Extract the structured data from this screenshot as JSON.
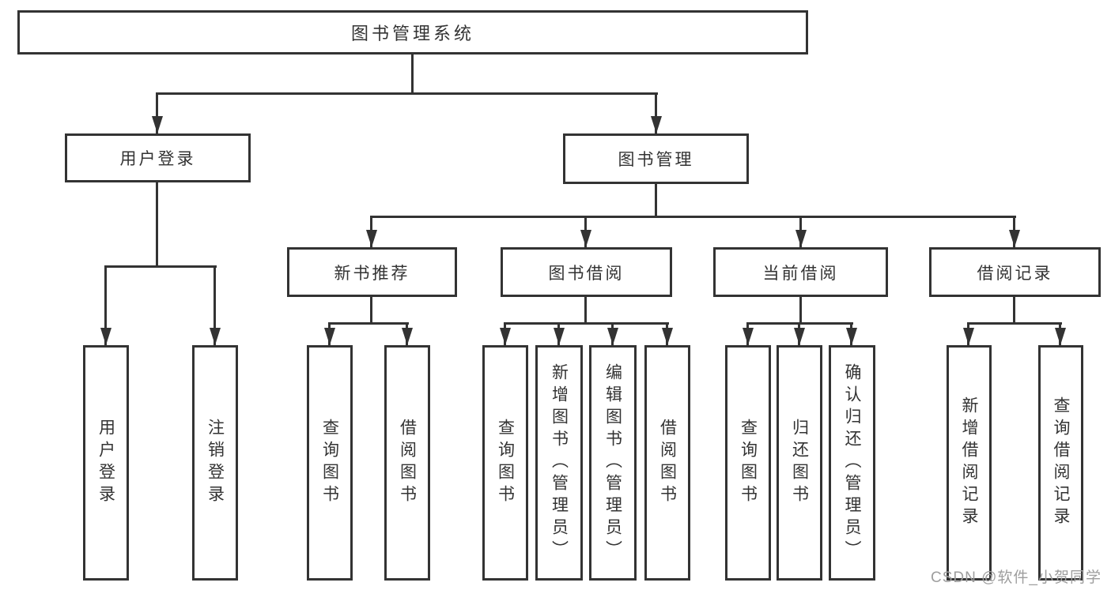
{
  "diagram_type": "hierarchy-flowchart",
  "colors": {
    "line": "#333333",
    "box_border": "#333333",
    "box_fill": "#ffffff",
    "text": "#333333",
    "watermark": "#9e9e9e",
    "background": "#ffffff"
  },
  "tree": {
    "label": "图书管理系统",
    "children": [
      {
        "label": "用户登录",
        "children": [
          {
            "label": "用户登录"
          },
          {
            "label": "注销登录"
          }
        ]
      },
      {
        "label": "图书管理",
        "children": [
          {
            "label": "新书推荐",
            "children": [
              {
                "label": "查询图书"
              },
              {
                "label": "借阅图书"
              }
            ]
          },
          {
            "label": "图书借阅",
            "children": [
              {
                "label": "查询图书"
              },
              {
                "label": "新增图书（管理员）"
              },
              {
                "label": "编辑图书（管理员）"
              },
              {
                "label": "借阅图书"
              }
            ]
          },
          {
            "label": "当前借阅",
            "children": [
              {
                "label": "查询图书"
              },
              {
                "label": "归还图书"
              },
              {
                "label": "确认归还（管理员）"
              }
            ]
          },
          {
            "label": "借阅记录",
            "children": [
              {
                "label": "新增借阅记录"
              },
              {
                "label": "查询借阅记录"
              }
            ]
          }
        ]
      }
    ]
  },
  "watermark": {
    "text": "CSDN @软件_小贺同学"
  }
}
